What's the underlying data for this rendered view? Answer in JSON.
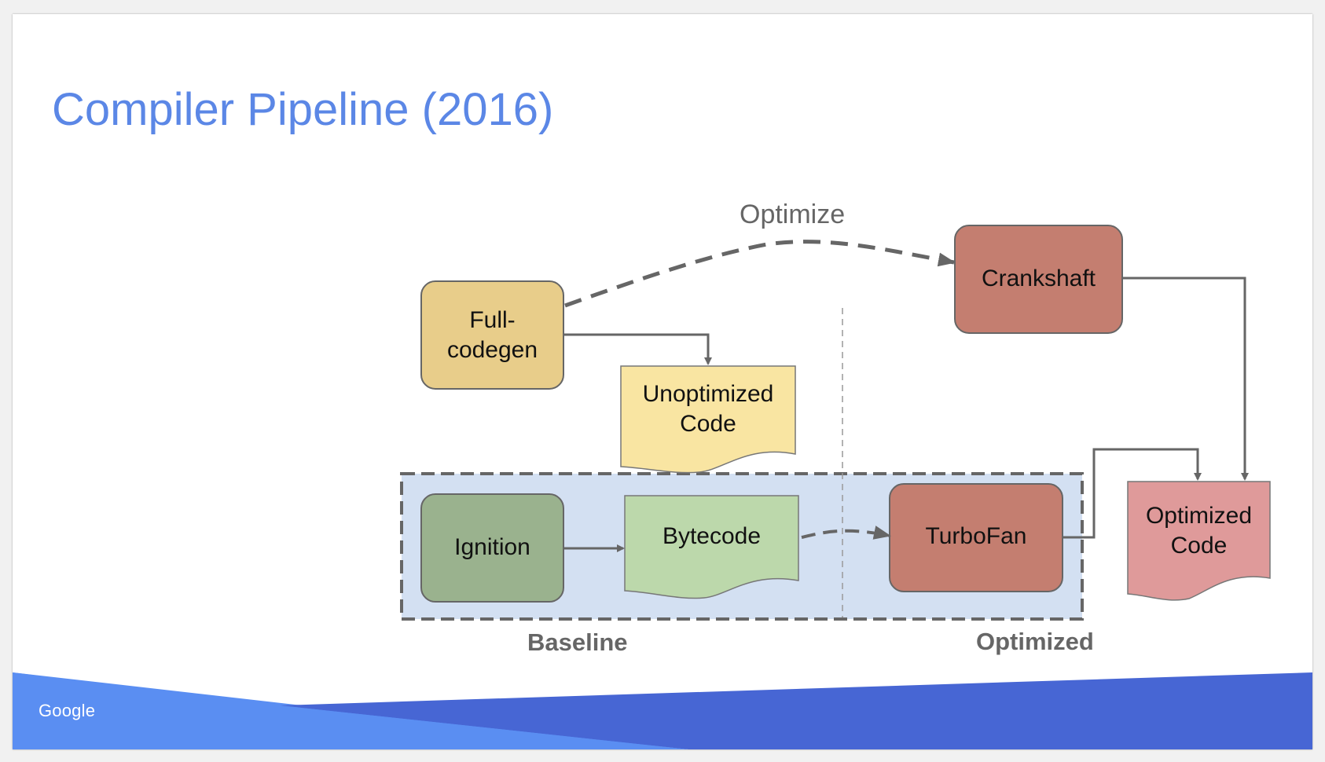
{
  "slide": {
    "title": "Compiler Pipeline (2016)",
    "footer_logo": "Google",
    "colors": {
      "title": "#5b87e6",
      "band_light": "#5a8ef2",
      "band_dark": "#4766d4",
      "region_fill": "#d3e0f2",
      "fullcodegen": "#e8cd8a",
      "unoptimized_code": "#f9e5a2",
      "ignition": "#9ab28e",
      "bytecode": "#bcd8ab",
      "crankshaft": "#c47e70",
      "turbofan": "#c47e70",
      "optimized_code": "#df9a9a"
    }
  },
  "diagram": {
    "nodes": {
      "fullcodegen": {
        "label_line1": "Full-",
        "label_line2": "codegen"
      },
      "unoptimized_code": {
        "label_line1": "Unoptimized",
        "label_line2": "Code"
      },
      "crankshaft": {
        "label": "Crankshaft"
      },
      "ignition": {
        "label": "Ignition"
      },
      "bytecode": {
        "label": "Bytecode"
      },
      "turbofan": {
        "label": "TurboFan"
      },
      "optimized_code": {
        "label_line1": "Optimized",
        "label_line2": "Code"
      }
    },
    "edges": {
      "optimize_label": "Optimize"
    },
    "regions": {
      "baseline": "Baseline",
      "optimized": "Optimized"
    }
  }
}
